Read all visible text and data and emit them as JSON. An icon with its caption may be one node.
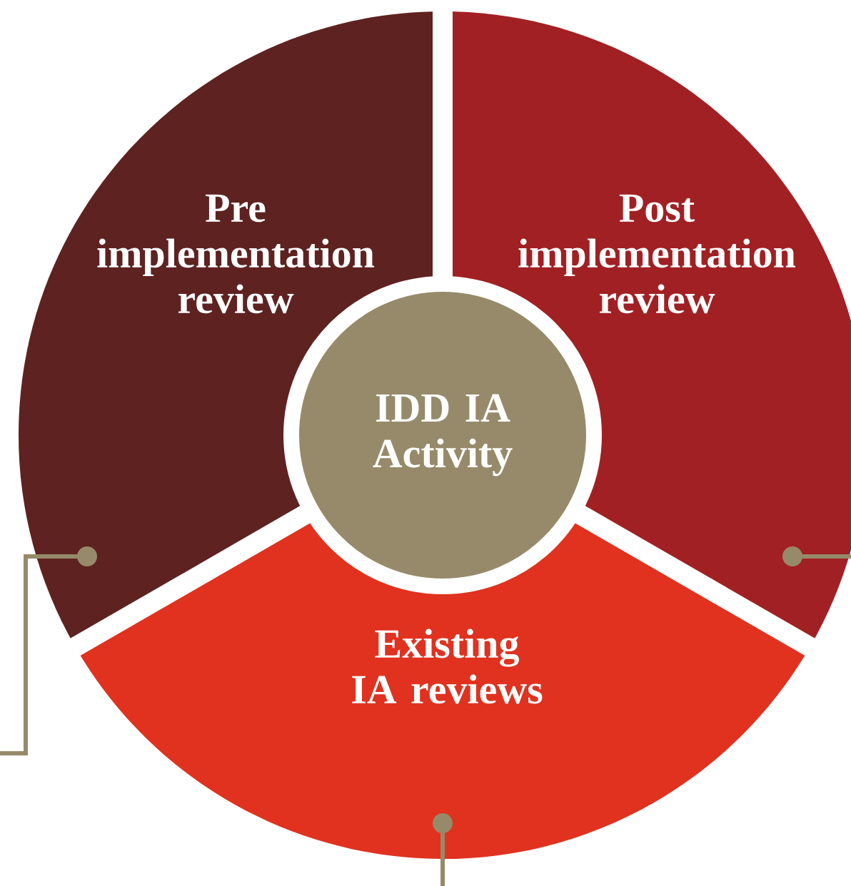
{
  "diagram": {
    "nodes": [
      {
        "text": [
          "Pre implementation review"
        ]
      },
      {
        "text": [
          "Post implementation review"
        ]
      },
      {
        "text": [
          "Existing IA reviews"
        ]
      },
      {
        "text": [
          "IDD IA Activity"
        ]
      }
    ],
    "edges": [
      {
        "from": 0,
        "to": null,
        "arrow": "other"
      },
      {
        "from": 1,
        "to": null,
        "arrow": "other"
      },
      {
        "from": 2,
        "to": null,
        "arrow": "other"
      }
    ]
  }
}
